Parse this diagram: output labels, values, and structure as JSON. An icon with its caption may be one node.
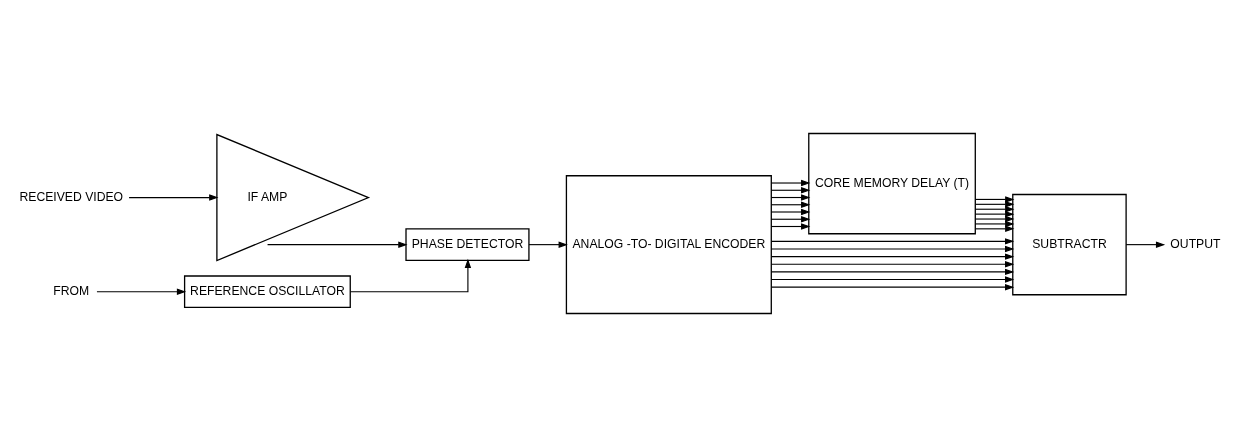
{
  "diagram": {
    "nodes": [
      {
        "text": [
          "RECEIVED VIDEO"
        ]
      },
      {
        "text": [
          "IF AMP"
        ]
      },
      {
        "text": [
          "PHASE DETECTOR"
        ]
      },
      {
        "text": [
          "FROM"
        ]
      },
      {
        "text": [
          "REFERENCE OSCILLATOR"
        ]
      },
      {
        "text": [
          "ANALOG -TO- DIGITAL ENCODER"
        ]
      },
      {
        "text": [
          "CORE MEMORY DELAY (T)"
        ]
      },
      {
        "text": [
          "SUBTRACTR"
        ]
      },
      {
        "text": [
          "OUTPUT"
        ]
      }
    ],
    "edges": [
      {
        "from": 0,
        "to": 1,
        "arrow": "to"
      },
      {
        "from": 1,
        "to": 2,
        "arrow": "to"
      },
      {
        "from": 3,
        "to": 4,
        "arrow": "to"
      },
      {
        "from": 4,
        "to": 2,
        "arrow": "to"
      },
      {
        "from": 2,
        "to": 5,
        "arrow": "to"
      },
      {
        "from": 5,
        "to": 6,
        "arrow": "to"
      },
      {
        "from": 5,
        "to": 6,
        "arrow": "to"
      },
      {
        "from": 5,
        "to": 6,
        "arrow": "to"
      },
      {
        "from": 5,
        "to": 6,
        "arrow": "to"
      },
      {
        "from": 5,
        "to": 6,
        "arrow": "to"
      },
      {
        "from": 5,
        "to": 6,
        "arrow": "to"
      },
      {
        "from": 5,
        "to": 6,
        "arrow": "to"
      },
      {
        "from": 5,
        "to": 7,
        "arrow": "to"
      },
      {
        "from": 5,
        "to": 7,
        "arrow": "to"
      },
      {
        "from": 5,
        "to": 7,
        "arrow": "to"
      },
      {
        "from": 5,
        "to": 7,
        "arrow": "to"
      },
      {
        "from": 5,
        "to": 7,
        "arrow": "to"
      },
      {
        "from": 5,
        "to": 7,
        "arrow": "to"
      },
      {
        "from": 5,
        "to": 7,
        "arrow": "to"
      },
      {
        "from": 6,
        "to": 7,
        "arrow": "to"
      },
      {
        "from": 6,
        "to": 7,
        "arrow": "to"
      },
      {
        "from": 6,
        "to": 7,
        "arrow": "to"
      },
      {
        "from": 6,
        "to": 7,
        "arrow": "to"
      },
      {
        "from": 6,
        "to": 7,
        "arrow": "to"
      },
      {
        "from": 6,
        "to": 7,
        "arrow": "to"
      },
      {
        "from": 6,
        "to": 7,
        "arrow": "to"
      },
      {
        "from": 7,
        "to": 8,
        "arrow": "to"
      }
    ]
  }
}
